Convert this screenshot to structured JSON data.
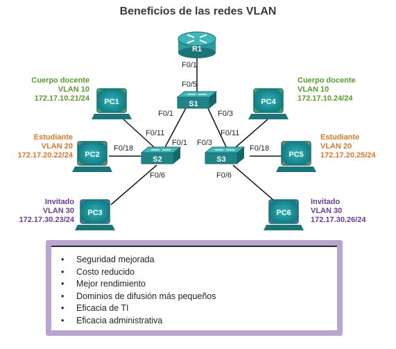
{
  "title": "Beneficios de las redes VLAN",
  "colors": {
    "faculty": "#5a9a2c",
    "student": "#d8772b",
    "guest": "#6a3a92",
    "device": "#1f8a8f"
  },
  "devices": {
    "router": "R1",
    "switches": [
      "S1",
      "S2",
      "S3"
    ],
    "pcs": [
      "PC1",
      "PC2",
      "PC3",
      "PC4",
      "PC5",
      "PC6"
    ]
  },
  "ports": {
    "r1_s1": "F0/1",
    "s1_r1": "F0/5",
    "s1_s2": "F0/1",
    "s1_s3": "F0/3",
    "s2_s1": "F0/1",
    "s3_s1": "F0/3",
    "s2_pc1": "F0/11",
    "s2_pc2": "F0/18",
    "s2_pc3": "F0/6",
    "s3_pc4": "F0/11",
    "s3_pc5": "F0/18",
    "s3_pc6": "F0/6"
  },
  "hosts": {
    "pc1": {
      "role": "Cuerpo docente",
      "vlan": "VLAN 10",
      "ip": "172.17.10.21/24"
    },
    "pc2": {
      "role": "Estudiante",
      "vlan": "VLAN 20",
      "ip": "172.17.20.22/24"
    },
    "pc3": {
      "role": "Invitado",
      "vlan": "VLAN 30",
      "ip": "172.17.30.23/24"
    },
    "pc4": {
      "role": "Cuerpo docente",
      "vlan": "VLAN 10",
      "ip": "172.17.10.24/24"
    },
    "pc5": {
      "role": "Estudiante",
      "vlan": "VLAN 20",
      "ip": "172.17.20.25/24"
    },
    "pc6": {
      "role": "Invitado",
      "vlan": "VLAN 30",
      "ip": "172.17.30.26/24"
    }
  },
  "benefits": [
    "Seguridad mejorada",
    "Costo reducido",
    "Mejor rendimiento",
    "Dominios de difusión más pequeños",
    "Eficacia de TI",
    "Eficacia administrativa"
  ]
}
